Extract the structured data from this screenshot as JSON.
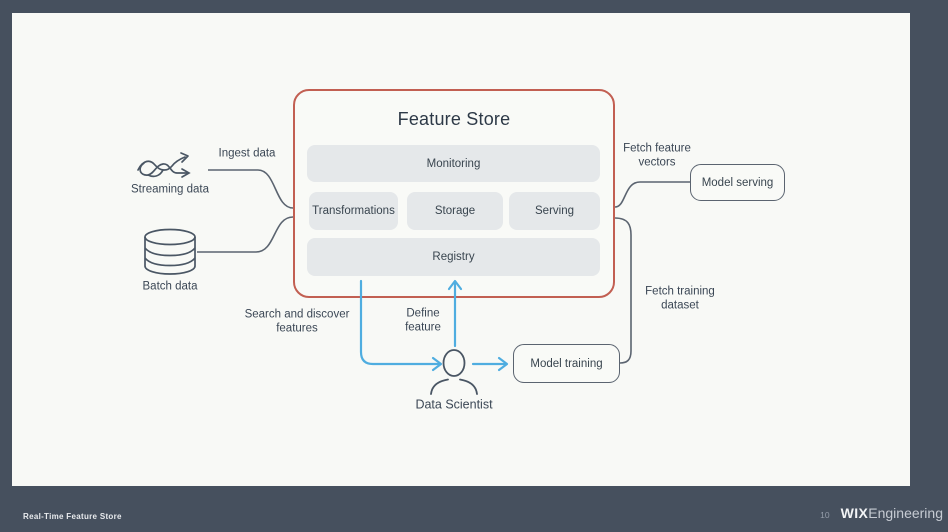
{
  "slide": {
    "feature_store": {
      "title": "Feature Store",
      "components": {
        "monitoring": "Monitoring",
        "transformations": "Transformations",
        "storage": "Storage",
        "serving": "Serving",
        "registry": "Registry"
      }
    },
    "sources": {
      "streaming_label": "Streaming data",
      "batch_label": "Batch data"
    },
    "nodes": {
      "model_serving": "Model serving",
      "model_training": "Model training",
      "data_scientist": "Data Scientist"
    },
    "labels": {
      "ingest": "Ingest data",
      "fetch_vectors_line1": "Fetch feature",
      "fetch_vectors_line2": "vectors",
      "fetch_training_line1": "Fetch training",
      "fetch_training_line2": "dataset",
      "search_line1": "Search and discover",
      "search_line2": "features",
      "define_line1": "Define",
      "define_line2": "feature"
    },
    "colors": {
      "accent_red": "#c25f52",
      "accent_blue": "#4fade0",
      "line_gray": "#5b6470",
      "node_fill": "#e5e8ea",
      "surround": "#46505e",
      "slide_bg": "#f8f9f6"
    }
  },
  "footer": {
    "left_title": "Real-Time Feature Store",
    "page_number": "10",
    "brand_bold": "WIX",
    "brand_light": "Engineering"
  }
}
